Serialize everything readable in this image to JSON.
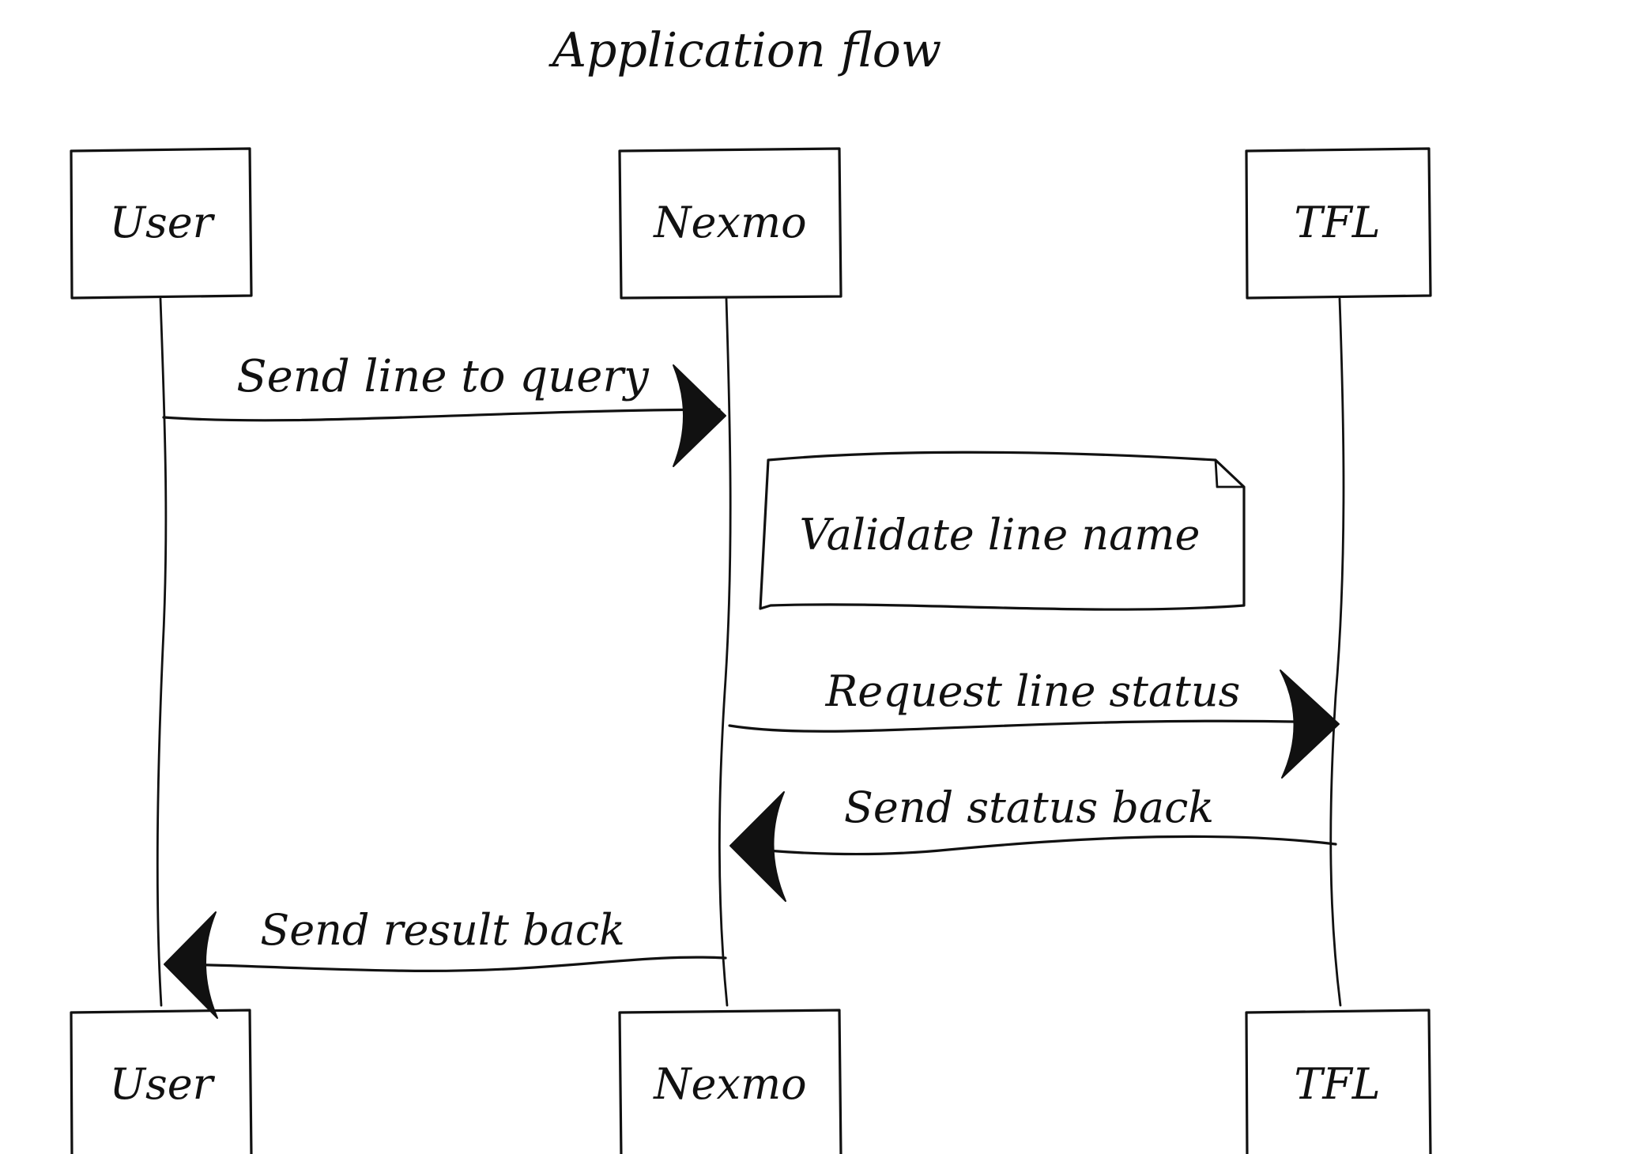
{
  "title": "Application flow",
  "participants": {
    "user": {
      "label": "User"
    },
    "nexmo": {
      "label": "Nexmo"
    },
    "tfl": {
      "label": "TFL"
    }
  },
  "messages": [
    {
      "from": "User",
      "to": "Nexmo",
      "label": "Send line to query"
    },
    {
      "from": "Nexmo",
      "to": "TFL",
      "label": "Request line status"
    },
    {
      "from": "TFL",
      "to": "Nexmo",
      "label": "Send status back"
    },
    {
      "from": "Nexmo",
      "to": "User",
      "label": "Send result back"
    }
  ],
  "note": {
    "attached_to": "Nexmo",
    "label": "Validate line name"
  },
  "colors": {
    "ink": "#111111",
    "background": "#ffffff"
  }
}
